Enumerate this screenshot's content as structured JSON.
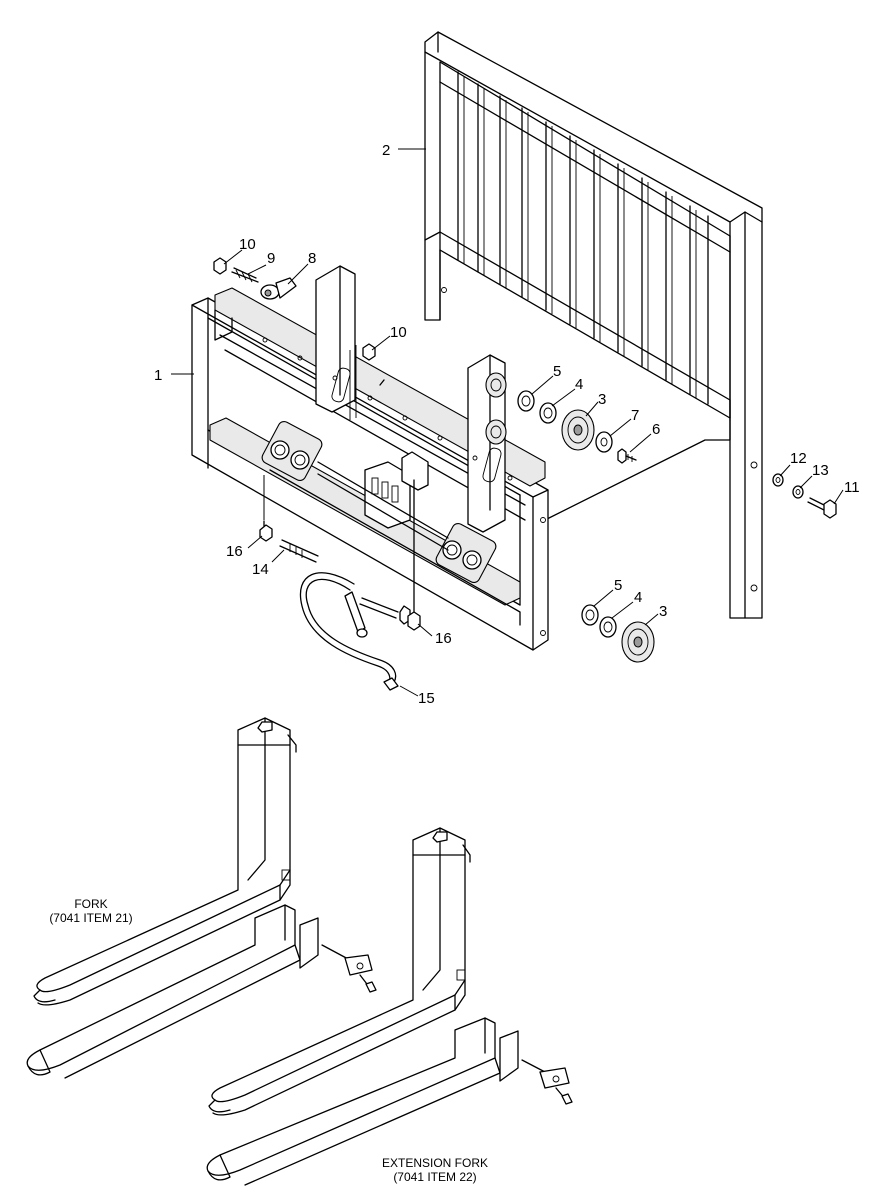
{
  "callouts": {
    "c1": "1",
    "c2": "2",
    "c3a": "3",
    "c3b": "3",
    "c4a": "4",
    "c4b": "4",
    "c5a": "5",
    "c5b": "5",
    "c6": "6",
    "c7": "7",
    "c8": "8",
    "c9": "9",
    "c10a": "10",
    "c10b": "10",
    "c11": "11",
    "c12": "12",
    "c13": "13",
    "c14": "14",
    "c15": "15",
    "c16a": "16",
    "c16b": "16"
  },
  "captions": {
    "fork_line1": "FORK",
    "fork_line2": "(7041 ITEM 21)",
    "ext_line1": "EXTENSION FORK",
    "ext_line2": "(7041 ITEM 22)"
  }
}
